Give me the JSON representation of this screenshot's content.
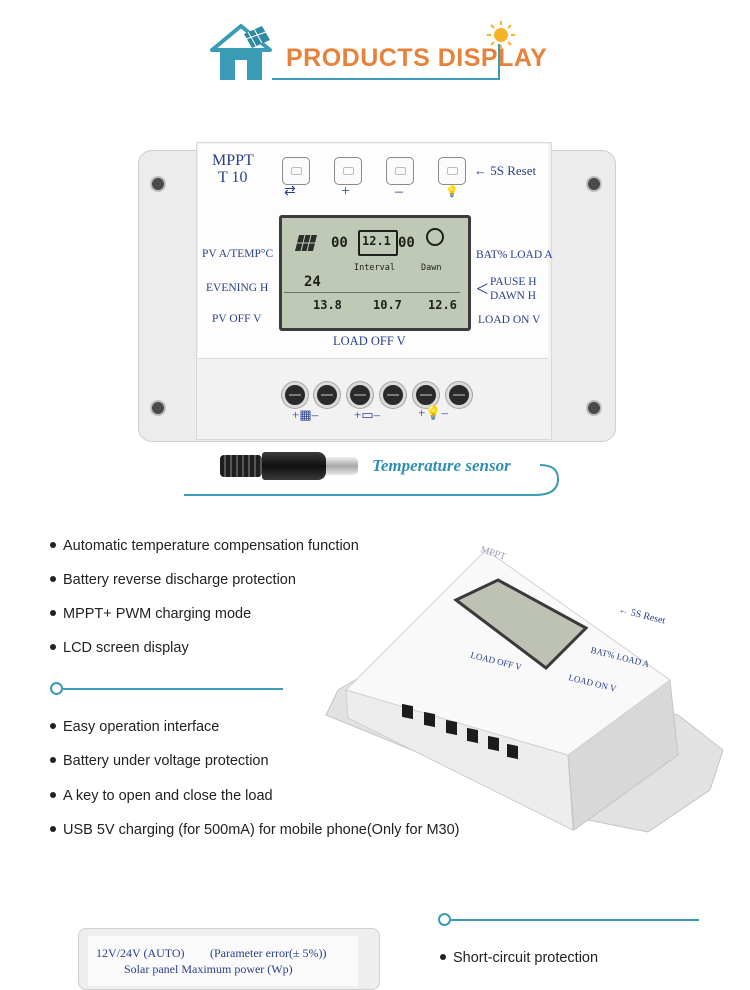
{
  "header": {
    "title": "PRODUCTS DISPLAY"
  },
  "controller": {
    "model_line1": "MPPT",
    "model_line2": "T 10",
    "reset_label": "← 5S Reset",
    "key_labels": [
      "⇄",
      "+",
      "–",
      "💡"
    ],
    "left_labels": [
      "PV A/TEMP°C",
      "EVENING H",
      "PV OFF V"
    ],
    "right_labels": [
      "BAT% LOAD A",
      "PAUSE H",
      "DAWN H",
      "LOAD ON V"
    ],
    "load_off_label": "LOAD OFF V",
    "lcd": {
      "top_left": "00",
      "top_mid": "12.1",
      "top_right": "00",
      "interval": "Interval",
      "dawn": "Dawn",
      "row2": "24",
      "pv_off": "13.8",
      "load_off": "10.7",
      "load_on": "12.6"
    },
    "terminal_symbols": [
      "+▦–",
      "+▭–",
      "+💡–"
    ]
  },
  "sensor": {
    "label": "Temperature sensor"
  },
  "features_left": [
    "Automatic temperature compensation function",
    "Battery reverse discharge protection",
    "MPPT+ PWM charging mode",
    "LCD screen display"
  ],
  "features_left2": [
    "Easy operation interface",
    "Battery under voltage protection",
    "A key to open and close the load",
    "USB 5V charging (for 500mA) for mobile phone(Only for M30)"
  ],
  "features_right": [
    "Short-circuit protection"
  ],
  "label_plate": {
    "line1_a": "12V/24V (AUTO)",
    "line1_b": "(Parameter error(± 5%))",
    "line2": "Solar panel Maximum power (Wp)"
  },
  "colors": {
    "accent": "#e8823a",
    "line": "#3a9bb4",
    "brand_text": "#283f8a"
  }
}
